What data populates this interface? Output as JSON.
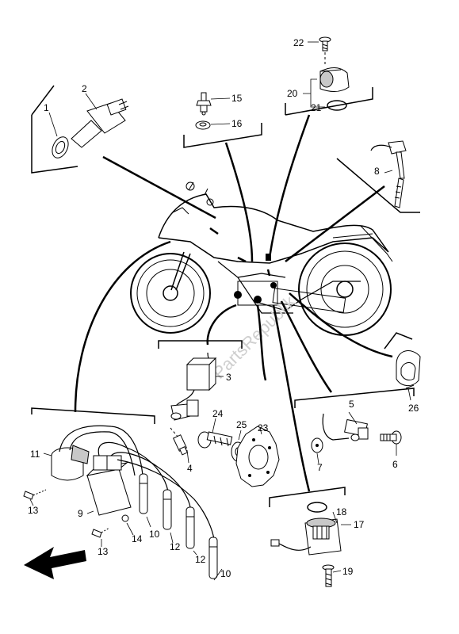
{
  "watermark": "PartsRepublik",
  "callouts": {
    "n1": "1",
    "n2": "2",
    "n3": "3",
    "n4": "4",
    "n5": "5",
    "n6": "6",
    "n7": "7",
    "n8": "8",
    "n9": "9",
    "n10a": "10",
    "n10b": "10",
    "n11": "11",
    "n12a": "12",
    "n12b": "12",
    "n13a": "13",
    "n13b": "13",
    "n14": "14",
    "n15": "15",
    "n16": "16",
    "n17": "17",
    "n18": "18",
    "n19": "19",
    "n20": "20",
    "n21": "21",
    "n22": "22",
    "n23": "23",
    "n24": "24",
    "n25": "25",
    "n26": "26"
  },
  "icons": {
    "front_arrow": "arrow-left-icon"
  }
}
